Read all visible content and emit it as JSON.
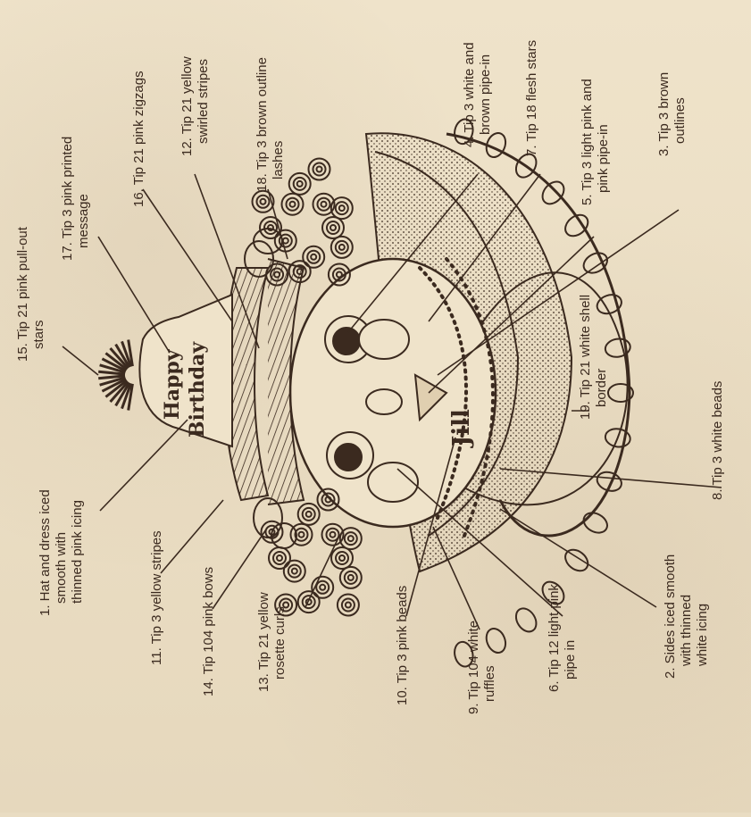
{
  "labels": {
    "l1": [
      "1. Hat and dress iced",
      "smooth with",
      "thinned pink icing"
    ],
    "l2": [
      "2. Sides iced smooth",
      "with thinned",
      "white icing"
    ],
    "l3": [
      "3. Tip 3 brown",
      "outlines"
    ],
    "l4": [
      "4. Tip 3 white and",
      "brown pipe-in"
    ],
    "l5": [
      "5. Tip 3 light pink and",
      "pink pipe-in"
    ],
    "l6": [
      "6. Tip 12 light pink",
      "pipe in"
    ],
    "l7": [
      "7. Tip 18 flesh stars"
    ],
    "l8": [
      "8. Tip 3 white beads"
    ],
    "l9": [
      "9. Tip 104 white",
      "ruffles"
    ],
    "l10": [
      "10. Tip 3 pink beads"
    ],
    "l11": [
      "11. Tip 3 yellow stripes"
    ],
    "l12": [
      "12. Tip 21 yellow",
      "swirled stripes"
    ],
    "l13": [
      "13. Tip 21 yellow",
      "rosette curls"
    ],
    "l14": [
      "14. Tip 104 pink bows"
    ],
    "l15": [
      "15. Tip 21 pink pull-out",
      "stars"
    ],
    "l16": [
      "16. Tip 21 pink zigzags"
    ],
    "l17": [
      "17. Tip 3 pink printed",
      "message"
    ],
    "l18": [
      "18. Tip 3 brown outline",
      "lashes"
    ],
    "l19": [
      "19. Tip 21 white shell",
      "border"
    ]
  },
  "cake": {
    "hat_line1": "Happy",
    "hat_line2": "Birthday",
    "name": "Jill"
  },
  "colors": {
    "ink": "#3b2a1f",
    "paper": "#ecdfc5"
  }
}
